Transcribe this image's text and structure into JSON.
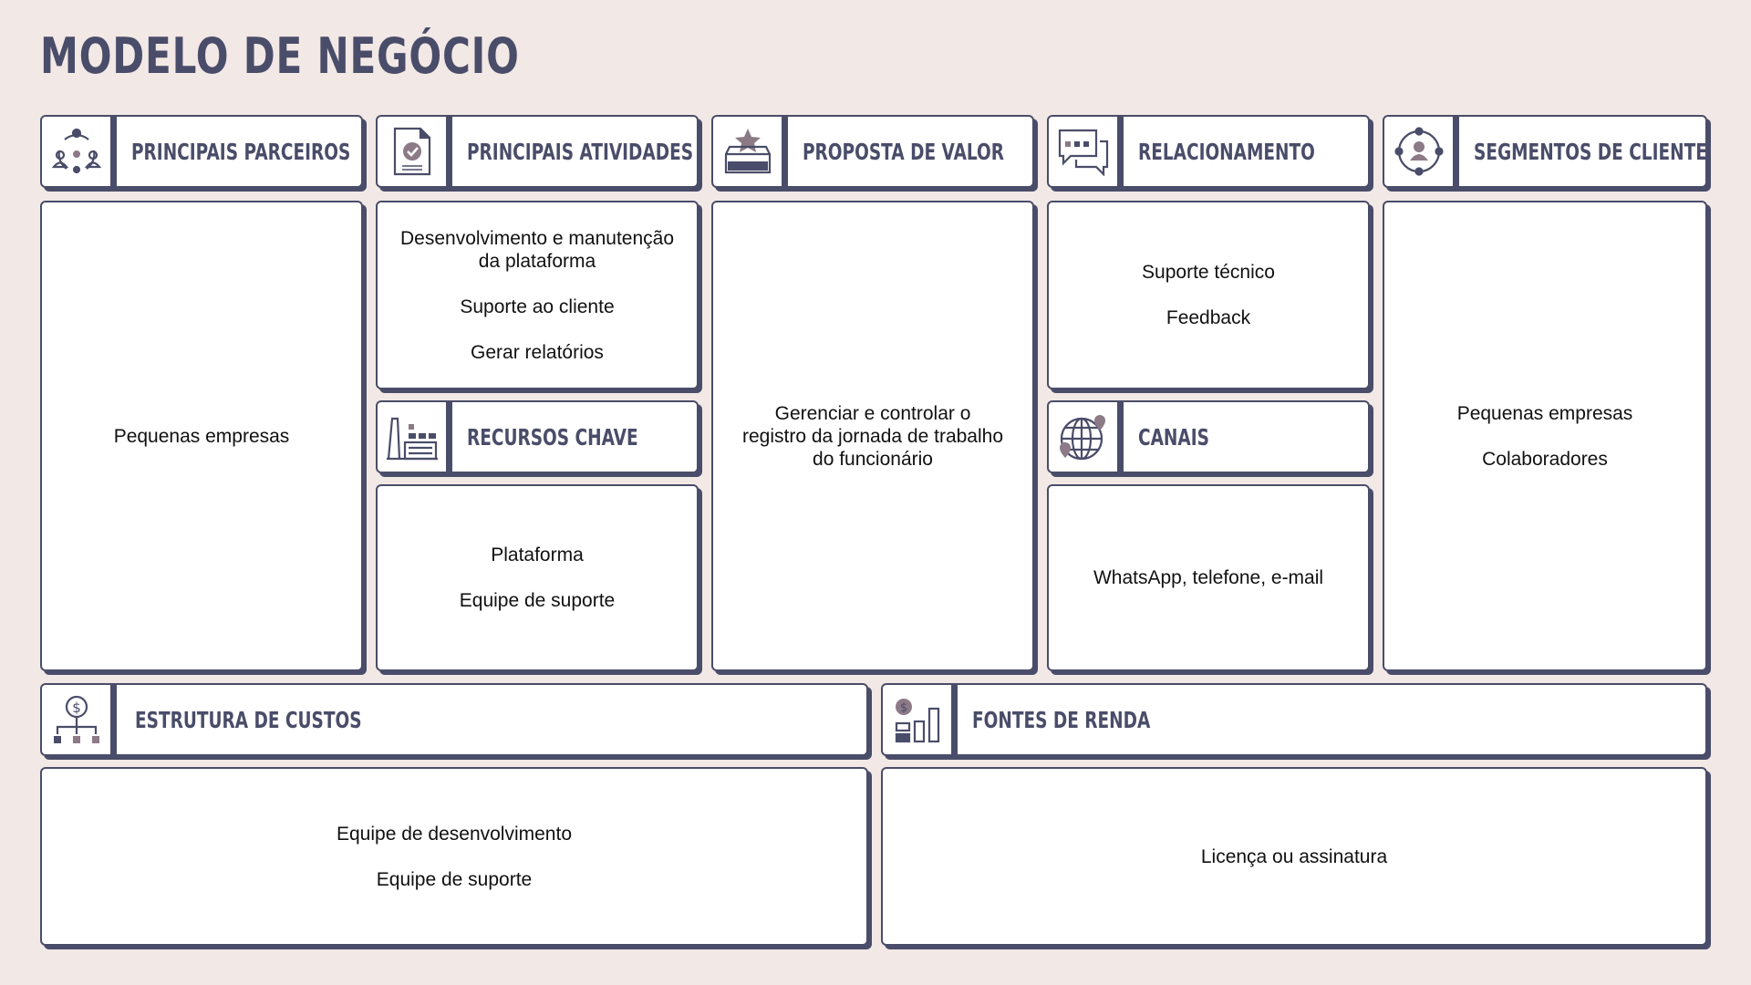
{
  "page": {
    "title": "MODELO DE NEGÓCIO"
  },
  "colors": {
    "background": "#f2e8e5",
    "accent": "#4a4d69",
    "icon_fill": "#8c7a87",
    "card": "#ffffff"
  },
  "sections": {
    "parceiros": {
      "label": "PRINCIPAIS PARCEIROS",
      "icon": "partners-network-icon",
      "items": [
        "Pequenas empresas"
      ]
    },
    "atividades": {
      "label": "PRINCIPAIS ATIVIDADES",
      "icon": "checked-document-icon",
      "items": [
        "Desenvolvimento e manutenção da plataforma",
        "Suporte ao cliente",
        "Gerar relatórios"
      ]
    },
    "recursos": {
      "label": "RECURSOS CHAVE",
      "icon": "factory-icon",
      "items": [
        "Plataforma",
        "Equipe de suporte"
      ]
    },
    "proposta": {
      "label": "PROPOSTA DE VALOR",
      "icon": "star-box-icon",
      "items": [
        "Gerenciar e controlar o registro da jornada de trabalho do funcionário"
      ]
    },
    "relacionamento": {
      "label": "RELACIONAMENTO",
      "icon": "chat-bubbles-icon",
      "items": [
        "Suporte técnico",
        "Feedback"
      ]
    },
    "canais": {
      "label": "CANAIS",
      "icon": "globe-pins-icon",
      "items": [
        "WhatsApp, telefone, e-mail"
      ]
    },
    "segmentos": {
      "label": "SEGMENTOS DE CLIENTES",
      "icon": "customer-target-icon",
      "items": [
        "Pequenas empresas",
        "Colaboradores"
      ]
    },
    "custos": {
      "label": "ESTRUTURA DE CUSTOS",
      "icon": "cost-structure-icon",
      "items": [
        "Equipe de desenvolvimento",
        "Equipe de suporte"
      ]
    },
    "renda": {
      "label": "FONTES DE RENDA",
      "icon": "revenue-chart-icon",
      "items": [
        "Licença ou assinatura"
      ]
    }
  }
}
